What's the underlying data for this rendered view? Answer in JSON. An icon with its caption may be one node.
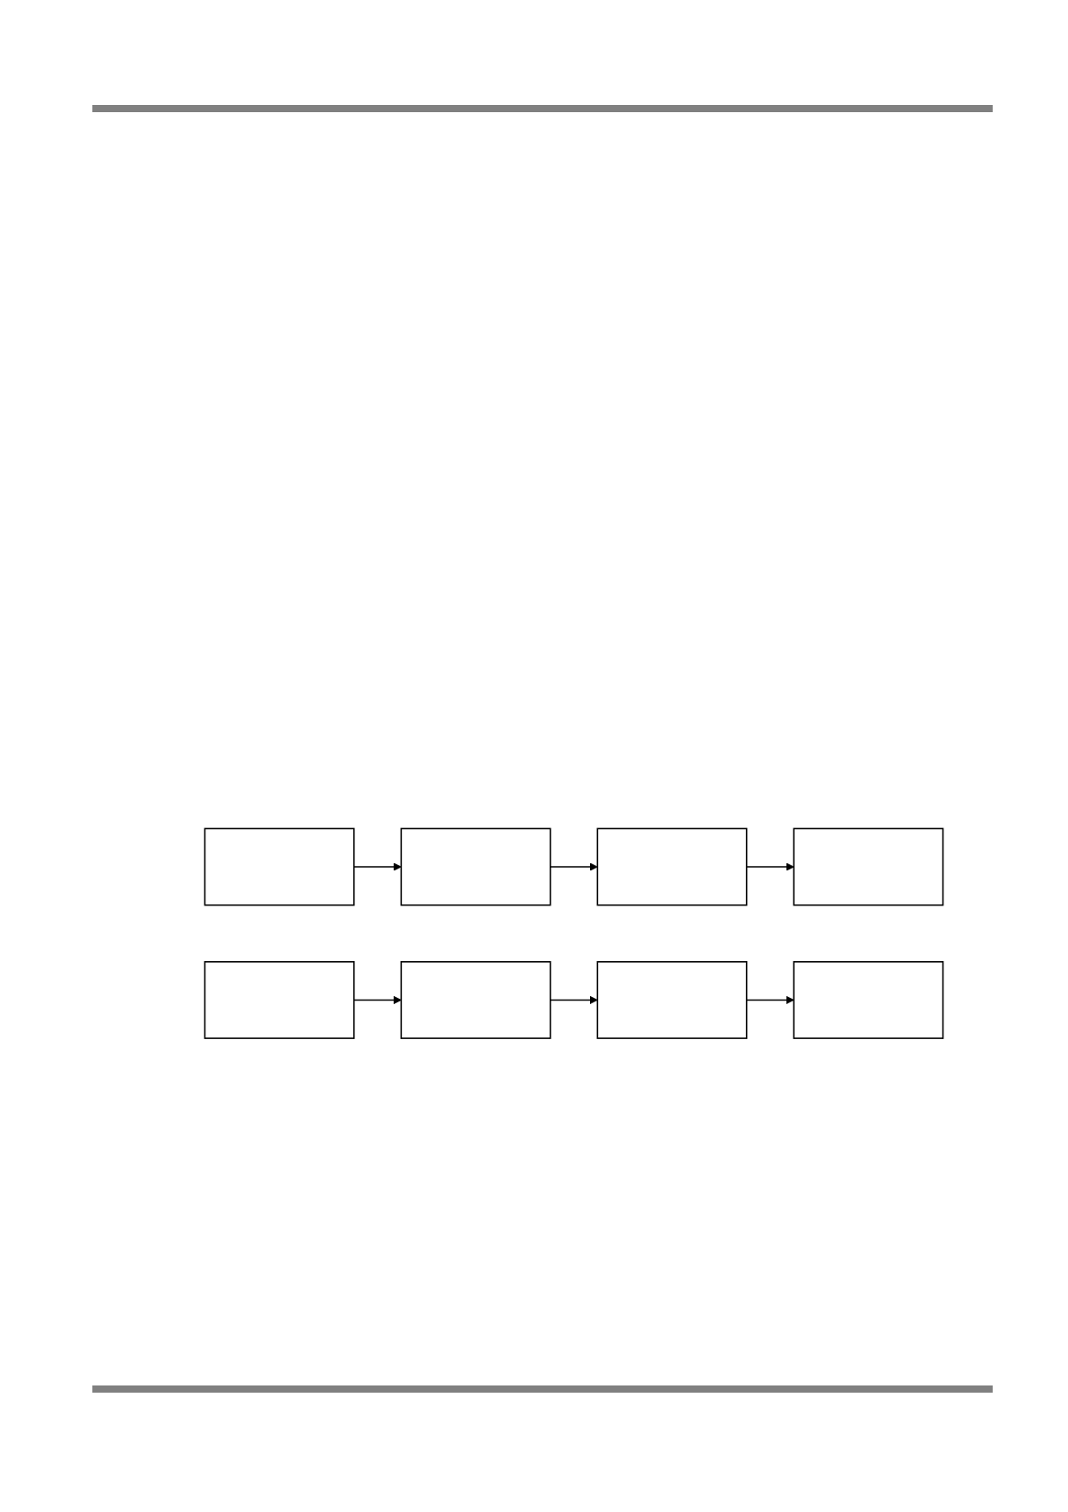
{
  "diagram": {
    "nodes": [
      {
        "text": [],
        "shape": "box"
      },
      {
        "text": [],
        "shape": "box"
      },
      {
        "text": [],
        "shape": "box"
      },
      {
        "text": [],
        "shape": "box"
      },
      {
        "text": [],
        "shape": "box"
      },
      {
        "text": [],
        "shape": "box"
      },
      {
        "text": [],
        "shape": "box"
      },
      {
        "text": [],
        "shape": "box"
      }
    ],
    "edges": [
      {
        "from": 0,
        "to": 1,
        "arrow": "to"
      },
      {
        "from": 1,
        "to": 2,
        "arrow": "to"
      },
      {
        "from": 2,
        "to": 3,
        "arrow": "to"
      },
      {
        "from": 4,
        "to": 5,
        "arrow": "to"
      },
      {
        "from": 5,
        "to": 6,
        "arrow": "to"
      },
      {
        "from": 6,
        "to": 7,
        "arrow": "to"
      }
    ]
  }
}
